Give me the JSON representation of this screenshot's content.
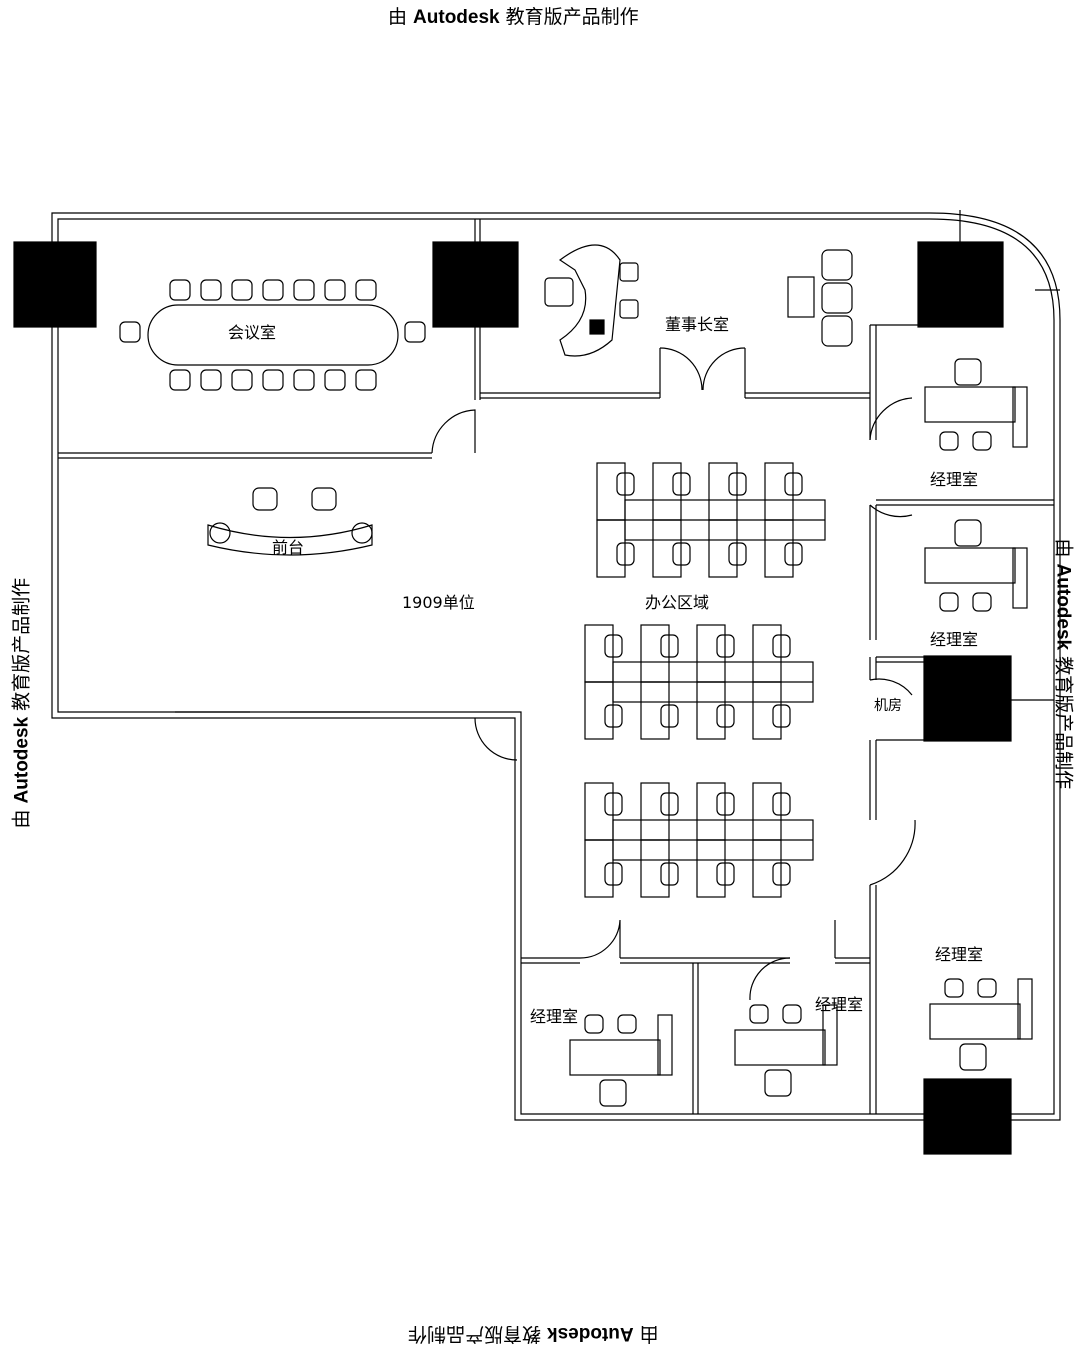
{
  "watermark": {
    "prefix": "由 ",
    "brand": "Autodesk",
    "suffix": " 教育版产品制作"
  },
  "rooms": {
    "meeting": "会议室",
    "chairman": "董事长室",
    "manager_1": "经理室",
    "manager_2": "经理室",
    "manager_3": "经理室",
    "manager_4": "经理室",
    "manager_5": "经理室",
    "reception": "前台",
    "unit": "1909单位",
    "office": "办公区域",
    "server": "机房"
  }
}
